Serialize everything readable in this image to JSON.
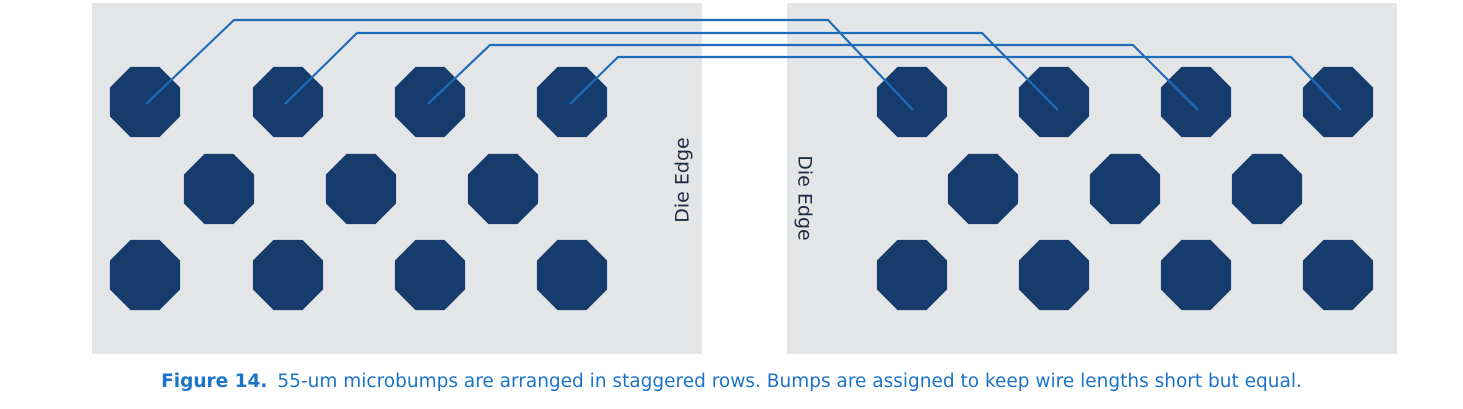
{
  "diagram": {
    "left_die_label": "Die Edge",
    "right_die_label": "Die Edge"
  },
  "caption": {
    "label": "Figure 14.",
    "text": "55-um microbumps are arranged in staggered rows. Bumps are assigned to keep wire lengths short but equal."
  },
  "colors": {
    "die_fill": "#e4e5e7",
    "bump_fill": "#163c6e",
    "wire": "#1e6cb8",
    "caption_accent": "#1c74c9",
    "label_text": "#1f2b44"
  }
}
